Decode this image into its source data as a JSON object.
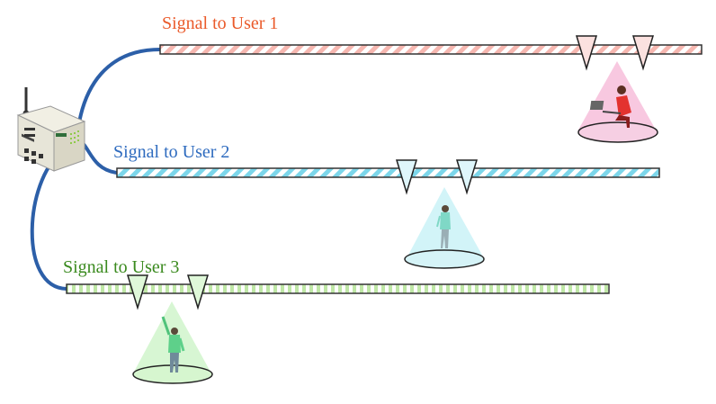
{
  "signals": [
    {
      "label": "Signal to User 1",
      "color": "#ea5a2a",
      "stripe": "#f6b7b0",
      "cone": "#f29ac6",
      "ellipse": "#f6cfe3",
      "marker": "#fbe1df"
    },
    {
      "label": "Signal to User 2",
      "color": "#2e6bbf",
      "stripe": "#7cd6ea",
      "cone": "#bfeff5",
      "ellipse": "#d5f3f7",
      "marker": "#dff6fb"
    },
    {
      "label": "Signal to User 3",
      "color": "#3a8a1e",
      "stripe": "#bfe7a6",
      "cone": "#c6f2c0",
      "ellipse": "#d6f6cf",
      "marker": "#dff8d9"
    }
  ],
  "cable_color": "#2c5fa8",
  "icons": [
    "base-station-icon",
    "user-laptop-icon",
    "user-standing-icon",
    "user-waving-icon"
  ]
}
